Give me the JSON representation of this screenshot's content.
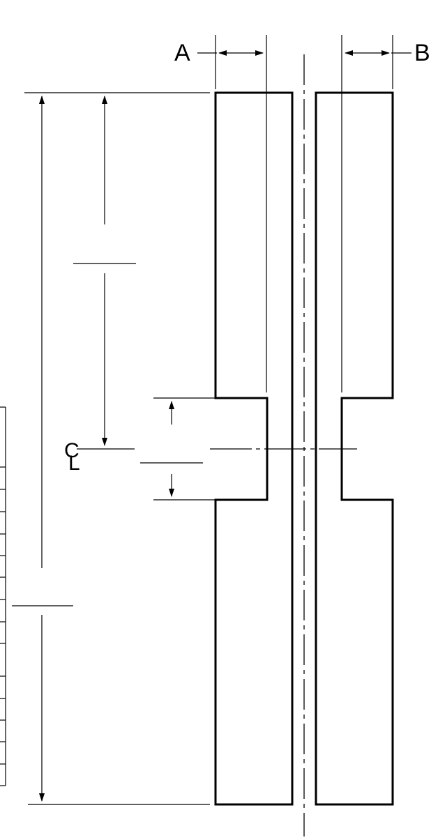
{
  "labels": {
    "dim_a": "A",
    "dim_b": "B",
    "centerline_symbol_top": "C",
    "centerline_symbol_bottom": "L"
  },
  "colors": {
    "line": "#000000",
    "background": "#ffffff"
  },
  "icons": [
    "arrowhead-icon",
    "centerline-icon"
  ]
}
